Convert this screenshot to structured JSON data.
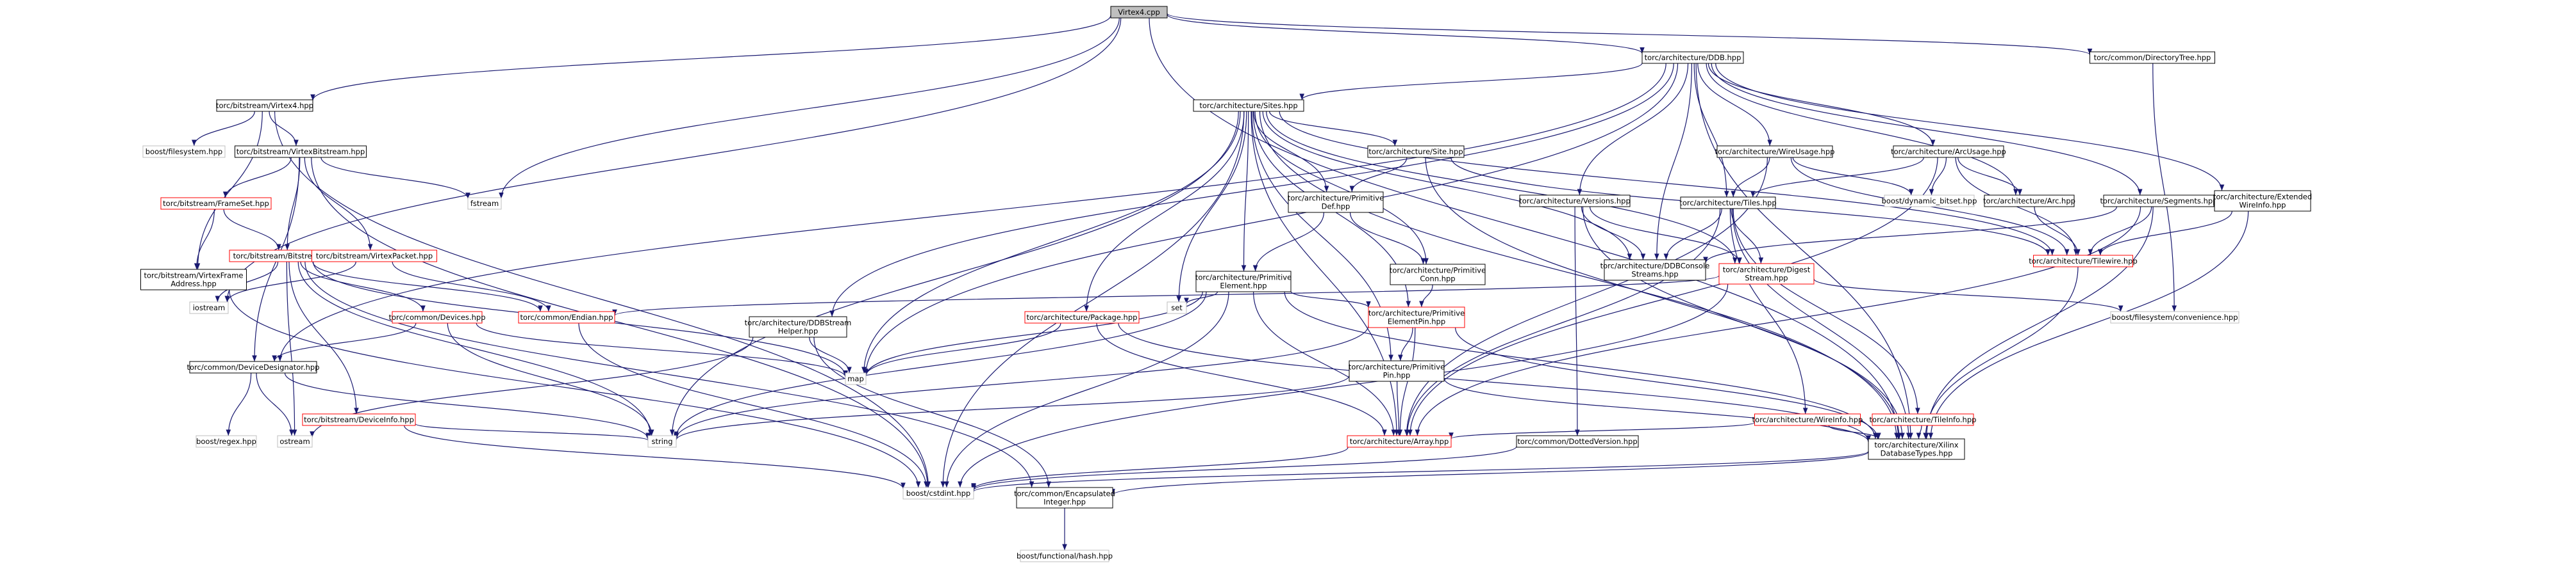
{
  "graph": {
    "nodes": [
      {
        "id": "virtex4cpp",
        "lines": [
          "Virtex4.cpp"
        ],
        "style": "root"
      },
      {
        "id": "virtex4hpp",
        "lines": [
          "torc/bitstream/Virtex4.hpp"
        ],
        "style": "normal"
      },
      {
        "id": "ddbhpp",
        "lines": [
          "torc/architecture/DDB.hpp"
        ],
        "style": "normal"
      },
      {
        "id": "dirtree",
        "lines": [
          "torc/common/DirectoryTree.hpp"
        ],
        "style": "normal"
      },
      {
        "id": "boostfs",
        "lines": [
          "boost/filesystem.hpp"
        ],
        "style": "ext"
      },
      {
        "id": "virtexbs",
        "lines": [
          "torc/bitstream/VirtexBitstream.hpp"
        ],
        "style": "normal"
      },
      {
        "id": "frameset",
        "lines": [
          "torc/bitstream/FrameSet.hpp"
        ],
        "style": "red"
      },
      {
        "id": "fstream",
        "lines": [
          "fstream"
        ],
        "style": "ext"
      },
      {
        "id": "vframeaddr",
        "lines": [
          "torc/bitstream/VirtexFrame",
          "Address.hpp"
        ],
        "style": "normal"
      },
      {
        "id": "bitstream",
        "lines": [
          "torc/bitstream/Bitstream.hpp"
        ],
        "style": "red"
      },
      {
        "id": "vpacket",
        "lines": [
          "torc/bitstream/VirtexPacket.hpp"
        ],
        "style": "red"
      },
      {
        "id": "iostream",
        "lines": [
          "iostream"
        ],
        "style": "ext"
      },
      {
        "id": "devices",
        "lines": [
          "torc/common/Devices.hpp"
        ],
        "style": "red"
      },
      {
        "id": "endian",
        "lines": [
          "torc/common/Endian.hpp"
        ],
        "style": "red"
      },
      {
        "id": "devdesig",
        "lines": [
          "torc/common/DeviceDesignator.hpp"
        ],
        "style": "normal"
      },
      {
        "id": "devinfo",
        "lines": [
          "torc/bitstream/DeviceInfo.hpp"
        ],
        "style": "red"
      },
      {
        "id": "boostregex",
        "lines": [
          "boost/regex.hpp"
        ],
        "style": "ext"
      },
      {
        "id": "ostream",
        "lines": [
          "ostream"
        ],
        "style": "ext"
      },
      {
        "id": "sites",
        "lines": [
          "torc/architecture/Sites.hpp"
        ],
        "style": "normal"
      },
      {
        "id": "ddbstream",
        "lines": [
          "torc/architecture/DDBStream",
          "Helper.hpp"
        ],
        "style": "normal"
      },
      {
        "id": "map",
        "lines": [
          "map"
        ],
        "style": "ext"
      },
      {
        "id": "string",
        "lines": [
          "string"
        ],
        "style": "ext"
      },
      {
        "id": "cstdint",
        "lines": [
          "boost/cstdint.hpp"
        ],
        "style": "ext"
      },
      {
        "id": "encint",
        "lines": [
          "torc/common/Encapsulated",
          "Integer.hpp"
        ],
        "style": "normal"
      },
      {
        "id": "boosthash",
        "lines": [
          "boost/functional/hash.hpp"
        ],
        "style": "ext"
      },
      {
        "id": "package",
        "lines": [
          "torc/architecture/Package.hpp"
        ],
        "style": "red"
      },
      {
        "id": "set",
        "lines": [
          "set"
        ],
        "style": "ext"
      },
      {
        "id": "primelem",
        "lines": [
          "torc/architecture/Primitive",
          "Element.hpp"
        ],
        "style": "normal"
      },
      {
        "id": "primdef",
        "lines": [
          "torc/architecture/Primitive",
          "Def.hpp"
        ],
        "style": "normal"
      },
      {
        "id": "site",
        "lines": [
          "torc/architecture/Site.hpp"
        ],
        "style": "normal"
      },
      {
        "id": "primconn",
        "lines": [
          "torc/architecture/Primitive",
          "Conn.hpp"
        ],
        "style": "normal"
      },
      {
        "id": "primelempin",
        "lines": [
          "torc/architecture/Primitive",
          "ElementPin.hpp"
        ],
        "style": "red"
      },
      {
        "id": "primpin",
        "lines": [
          "torc/architecture/Primitive",
          "Pin.hpp"
        ],
        "style": "normal"
      },
      {
        "id": "array",
        "lines": [
          "torc/architecture/Array.hpp"
        ],
        "style": "red"
      },
      {
        "id": "versions",
        "lines": [
          "torc/architecture/Versions.hpp"
        ],
        "style": "normal"
      },
      {
        "id": "dotted",
        "lines": [
          "torc/common/DottedVersion.hpp"
        ],
        "style": "normal"
      },
      {
        "id": "ddbconsole",
        "lines": [
          "torc/architecture/DDBConsole",
          "Streams.hpp"
        ],
        "style": "normal"
      },
      {
        "id": "tiles",
        "lines": [
          "torc/architecture/Tiles.hpp"
        ],
        "style": "normal"
      },
      {
        "id": "digest",
        "lines": [
          "torc/architecture/Digest",
          "Stream.hpp"
        ],
        "style": "red"
      },
      {
        "id": "wireusage",
        "lines": [
          "torc/architecture/WireUsage.hpp"
        ],
        "style": "normal"
      },
      {
        "id": "arcusage",
        "lines": [
          "torc/architecture/ArcUsage.hpp"
        ],
        "style": "normal"
      },
      {
        "id": "dynbitset",
        "lines": [
          "boost/dynamic_bitset.hpp"
        ],
        "style": "ext"
      },
      {
        "id": "arc",
        "lines": [
          "torc/architecture/Arc.hpp"
        ],
        "style": "normal"
      },
      {
        "id": "segments",
        "lines": [
          "torc/architecture/Segments.hpp"
        ],
        "style": "normal"
      },
      {
        "id": "extwire",
        "lines": [
          "torc/architecture/Extended",
          "WireInfo.hpp"
        ],
        "style": "normal"
      },
      {
        "id": "tilewire",
        "lines": [
          "torc/architecture/Tilewire.hpp"
        ],
        "style": "red"
      },
      {
        "id": "fsconv",
        "lines": [
          "boost/filesystem/convenience.hpp"
        ],
        "style": "ext"
      },
      {
        "id": "wireinfo",
        "lines": [
          "torc/architecture/WireInfo.hpp"
        ],
        "style": "red"
      },
      {
        "id": "tileinfo",
        "lines": [
          "torc/architecture/TileInfo.hpp"
        ],
        "style": "red"
      },
      {
        "id": "xilinxdb",
        "lines": [
          "torc/architecture/Xilinx",
          "DatabaseTypes.hpp"
        ],
        "style": "normal"
      }
    ],
    "edges": [
      [
        "virtex4cpp",
        "virtex4hpp"
      ],
      [
        "virtex4cpp",
        "ddbhpp"
      ],
      [
        "virtex4cpp",
        "dirtree"
      ],
      [
        "virtex4cpp",
        "iostream"
      ],
      [
        "virtex4cpp",
        "fstream"
      ],
      [
        "virtex4cpp",
        "xilinxdb"
      ],
      [
        "virtex4hpp",
        "boostfs"
      ],
      [
        "virtex4hpp",
        "virtexbs"
      ],
      [
        "virtex4hpp",
        "vframeaddr"
      ],
      [
        "virtex4hpp",
        "cstdint"
      ],
      [
        "virtexbs",
        "frameset"
      ],
      [
        "virtexbs",
        "fstream"
      ],
      [
        "virtexbs",
        "bitstream"
      ],
      [
        "virtexbs",
        "vpacket"
      ],
      [
        "virtexbs",
        "devdesig"
      ],
      [
        "virtexbs",
        "cstdint"
      ],
      [
        "frameset",
        "vframeaddr"
      ],
      [
        "frameset",
        "bitstream"
      ],
      [
        "vframeaddr",
        "cstdint"
      ],
      [
        "bitstream",
        "iostream"
      ],
      [
        "bitstream",
        "devices"
      ],
      [
        "bitstream",
        "endian"
      ],
      [
        "bitstream",
        "devinfo"
      ],
      [
        "bitstream",
        "string"
      ],
      [
        "bitstream",
        "map"
      ],
      [
        "bitstream",
        "ostream"
      ],
      [
        "bitstream",
        "encint"
      ],
      [
        "vpacket",
        "endian"
      ],
      [
        "vpacket",
        "iostream"
      ],
      [
        "devices",
        "devdesig"
      ],
      [
        "devices",
        "map"
      ],
      [
        "devices",
        "string"
      ],
      [
        "endian",
        "cstdint"
      ],
      [
        "devdesig",
        "boostregex"
      ],
      [
        "devdesig",
        "ostream"
      ],
      [
        "devdesig",
        "string"
      ],
      [
        "devinfo",
        "string"
      ],
      [
        "devinfo",
        "cstdint"
      ],
      [
        "ddbhpp",
        "sites"
      ],
      [
        "ddbhpp",
        "ddbstream"
      ],
      [
        "ddbhpp",
        "devdesig"
      ],
      [
        "ddbhpp",
        "map"
      ],
      [
        "ddbhpp",
        "versions"
      ],
      [
        "ddbhpp",
        "ddbconsole"
      ],
      [
        "ddbhpp",
        "tiles"
      ],
      [
        "ddbhpp",
        "wireusage"
      ],
      [
        "ddbhpp",
        "arcusage"
      ],
      [
        "ddbhpp",
        "arc"
      ],
      [
        "ddbhpp",
        "segments"
      ],
      [
        "ddbhpp",
        "extwire"
      ],
      [
        "ddbhpp",
        "xilinxdb"
      ],
      [
        "dirtree",
        "fsconv"
      ],
      [
        "ddbstream",
        "encint"
      ],
      [
        "ddbstream",
        "map"
      ],
      [
        "ddbstream",
        "ostream"
      ],
      [
        "sites",
        "package"
      ],
      [
        "sites",
        "set"
      ],
      [
        "sites",
        "primelem"
      ],
      [
        "sites",
        "primdef"
      ],
      [
        "sites",
        "site"
      ],
      [
        "sites",
        "primconn"
      ],
      [
        "sites",
        "primelempin"
      ],
      [
        "sites",
        "primpin"
      ],
      [
        "sites",
        "array"
      ],
      [
        "sites",
        "map"
      ],
      [
        "sites",
        "string"
      ],
      [
        "sites",
        "cstdint"
      ],
      [
        "sites",
        "ddbconsole"
      ],
      [
        "sites",
        "digest"
      ],
      [
        "sites",
        "tilewire"
      ],
      [
        "sites",
        "xilinxdb"
      ],
      [
        "package",
        "map"
      ],
      [
        "package",
        "array"
      ],
      [
        "package",
        "xilinxdb"
      ],
      [
        "primelem",
        "set"
      ],
      [
        "primelem",
        "map"
      ],
      [
        "primelem",
        "primelempin"
      ],
      [
        "primelem",
        "array"
      ],
      [
        "primelem",
        "string"
      ],
      [
        "primelem",
        "xilinxdb"
      ],
      [
        "primelem",
        "cstdint"
      ],
      [
        "primdef",
        "primelem"
      ],
      [
        "primdef",
        "primconn"
      ],
      [
        "site",
        "primdef"
      ],
      [
        "site",
        "xilinxdb"
      ],
      [
        "site",
        "tilewire"
      ],
      [
        "primconn",
        "primelempin"
      ],
      [
        "primelempin",
        "primpin"
      ],
      [
        "primelempin",
        "array"
      ],
      [
        "primelempin",
        "string"
      ],
      [
        "primelempin",
        "xilinxdb"
      ],
      [
        "primpin",
        "array"
      ],
      [
        "primpin",
        "string"
      ],
      [
        "primpin",
        "xilinxdb"
      ],
      [
        "array",
        "cstdint"
      ],
      [
        "versions",
        "dotted"
      ],
      [
        "versions",
        "ddbconsole"
      ],
      [
        "versions",
        "digest"
      ],
      [
        "versions",
        "xilinxdb"
      ],
      [
        "dotted",
        "cstdint"
      ],
      [
        "tiles",
        "ddbconsole"
      ],
      [
        "tiles",
        "digest"
      ],
      [
        "tiles",
        "array"
      ],
      [
        "tiles",
        "wireinfo"
      ],
      [
        "tiles",
        "tileinfo"
      ],
      [
        "tiles",
        "xilinxdb"
      ],
      [
        "digest",
        "endian"
      ],
      [
        "digest",
        "fsconv"
      ],
      [
        "digest",
        "cstdint"
      ],
      [
        "wireusage",
        "tiles"
      ],
      [
        "wireusage",
        "dynbitset"
      ],
      [
        "wireusage",
        "array"
      ],
      [
        "wireusage",
        "tilewire"
      ],
      [
        "arcusage",
        "tiles"
      ],
      [
        "arcusage",
        "dynbitset"
      ],
      [
        "arcusage",
        "arc"
      ],
      [
        "arcusage",
        "tilewire"
      ],
      [
        "arcusage",
        "array"
      ],
      [
        "arc",
        "tilewire"
      ],
      [
        "segments",
        "ddbconsole"
      ],
      [
        "segments",
        "tilewire"
      ],
      [
        "segments",
        "array"
      ],
      [
        "segments",
        "xilinxdb"
      ],
      [
        "extwire",
        "tilewire"
      ],
      [
        "extwire",
        "xilinxdb"
      ],
      [
        "tilewire",
        "xilinxdb"
      ],
      [
        "wireinfo",
        "array"
      ],
      [
        "wireinfo",
        "xilinxdb"
      ],
      [
        "tileinfo",
        "xilinxdb"
      ],
      [
        "xilinxdb",
        "cstdint"
      ],
      [
        "xilinxdb",
        "encint"
      ],
      [
        "encint",
        "boosthash"
      ]
    ]
  },
  "colors": {
    "edge": "#191970",
    "root_fill": "#bfbfbf",
    "normal_border": "#000000",
    "red_border": "#ff0000",
    "ext_border": "#bfbfbf",
    "text": "#000000"
  }
}
